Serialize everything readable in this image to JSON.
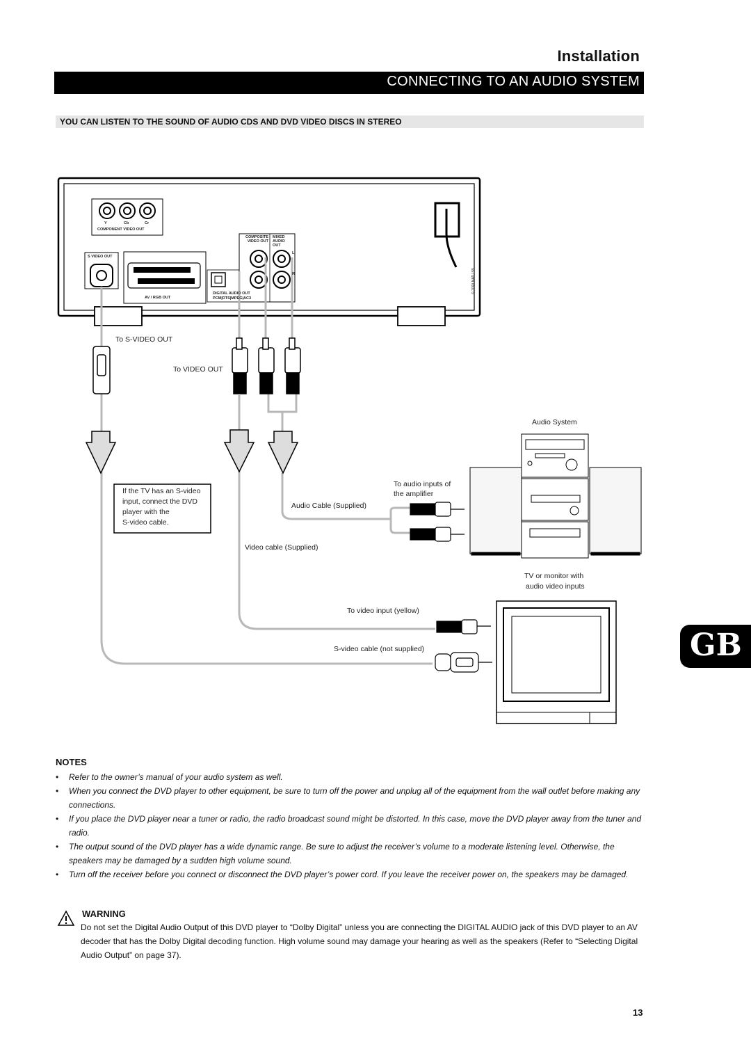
{
  "header": {
    "section": "Installation",
    "title": "CONNECTING TO AN AUDIO SYSTEM",
    "subheading": "YOU CAN LISTEN TO THE SOUND OF AUDIO CDS AND DVD VIDEO DISCS IN STEREO"
  },
  "diagram": {
    "panel_labels": {
      "y": "Y",
      "cb": "Cb",
      "cr": "Cr",
      "component": "COMPONENT VIDEO OUT",
      "composite_video_out": "COMPOSITE VIDEO OUT",
      "mixed_audio_out": "MIXED AUDIO OUT",
      "s_video_out": "S VIDEO OUT",
      "av_rgb_out": "AV / RGB OUT",
      "digital_audio_out": "DIGITAL AUDIO OUT",
      "formats": "PCM|DTS|MPEG|AC3",
      "l": "L",
      "r": "R",
      "copyright": "© 2000 NAD L55"
    },
    "labels": {
      "to_s_video_out": "To S-VIDEO OUT",
      "to_video_out": "To VIDEO OUT",
      "audio_system": "Audio System",
      "to_audio_inputs": "To audio inputs of",
      "the_amplifier": "the amplifier",
      "audio_cable": "Audio Cable (Supplied)",
      "video_cable": "Video cable (Supplied)",
      "tv_monitor_1": "TV or monitor with",
      "tv_monitor_2": "audio video inputs",
      "to_video_input": "To video input (yellow)",
      "s_video_cable": "S-video cable (not supplied)"
    },
    "tv_note": [
      "If the TV has an S-video",
      "input, connect the DVD",
      "player with the",
      "S-video cable."
    ]
  },
  "language_tab": "GB",
  "notes": {
    "title": "NOTES",
    "bullet": "•",
    "items": [
      "Refer to the owner’s manual of your audio system as well.",
      "When you connect the DVD player to other equipment, be sure to turn off the power and unplug all of the equipment from the wall outlet before making any connections.",
      "If you place the DVD player near a tuner or radio, the radio broadcast sound might be distorted. In this case, move the DVD player away from the tuner and radio.",
      "The output sound of the DVD player has a wide dynamic range. Be sure to adjust the receiver’s volume to a moderate listening level. Otherwise, the speakers may be damaged by a sudden high volume sound.",
      "Turn off the receiver before you connect or disconnect the DVD player’s power cord. If you leave the receiver power on, the speakers may be damaged."
    ]
  },
  "warning": {
    "title": "WARNING",
    "text": "Do not set the Digital Audio Output of this DVD player to “Dolby Digital” unless you are connecting the DIGITAL AUDIO jack of this DVD player to an AV decoder that has the Dolby Digital decoding function. High volume sound may damage your hearing as well as the speakers (Refer to “Selecting Digital Audio Output” on page 37)."
  },
  "page_number": "13"
}
